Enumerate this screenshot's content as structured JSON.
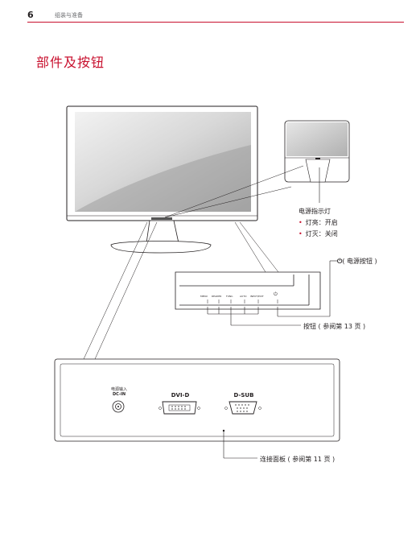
{
  "header": {
    "page_number": "6",
    "chapter": "组装与准备",
    "accent_color": "#c8102e"
  },
  "section": {
    "title": "部件及按钮"
  },
  "callouts": {
    "power_indicator": {
      "title": "电源指示灯",
      "items": [
        "灯亮：开启",
        "灯灭：关闭"
      ]
    },
    "power_button": {
      "label": "( 电源按钮 )",
      "icon": "power-icon"
    },
    "buttons": {
      "label": "按钮 ( 参阅第 13 页 )"
    },
    "connection_panel": {
      "label": "连接面板 ( 参阅第 11 页 )"
    }
  },
  "button_panel": {
    "labels": [
      "MENU",
      "READER",
      "FUNC.",
      "AUTO",
      "INPUT/EXIT"
    ]
  },
  "rear_panel": {
    "power_input_label": "电源输入",
    "dc_in": "DC-IN",
    "dvi_d": "DVI-D",
    "d_sub": "D-SUB"
  }
}
